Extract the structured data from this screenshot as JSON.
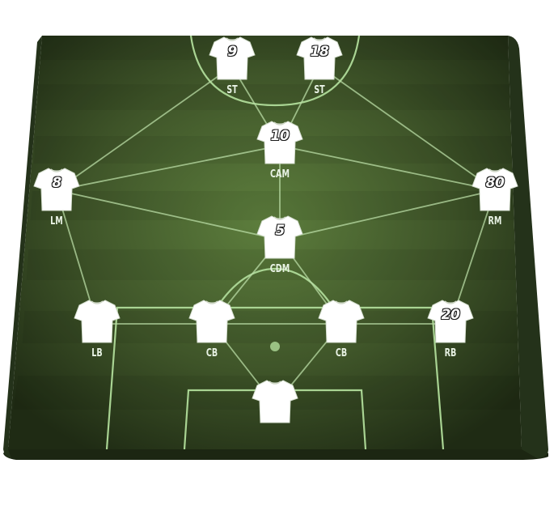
{
  "formation": {
    "players": [
      {
        "id": "st-left",
        "number": "9",
        "position": "ST"
      },
      {
        "id": "st-right",
        "number": "18",
        "position": "ST"
      },
      {
        "id": "cam",
        "number": "10",
        "position": "CAM"
      },
      {
        "id": "lm",
        "number": "8",
        "position": "LM"
      },
      {
        "id": "rm",
        "number": "80",
        "position": "RM"
      },
      {
        "id": "cdm",
        "number": "5",
        "position": "CDM"
      },
      {
        "id": "lb",
        "number": "",
        "position": "LB"
      },
      {
        "id": "cb-left",
        "number": "",
        "position": "CB"
      },
      {
        "id": "cb-right",
        "number": "",
        "position": "CB"
      },
      {
        "id": "rb",
        "number": "20",
        "position": "RB"
      },
      {
        "id": "gk",
        "number": "",
        "position": ""
      }
    ]
  },
  "colors": {
    "pitch_dark": "#2b3a1e",
    "pitch_light": "#587a3a",
    "line": "#a9d493",
    "shirt": "#ffffff"
  },
  "icons": {
    "player": "jersey-icon",
    "penalty_spot": "penalty-spot-icon"
  }
}
